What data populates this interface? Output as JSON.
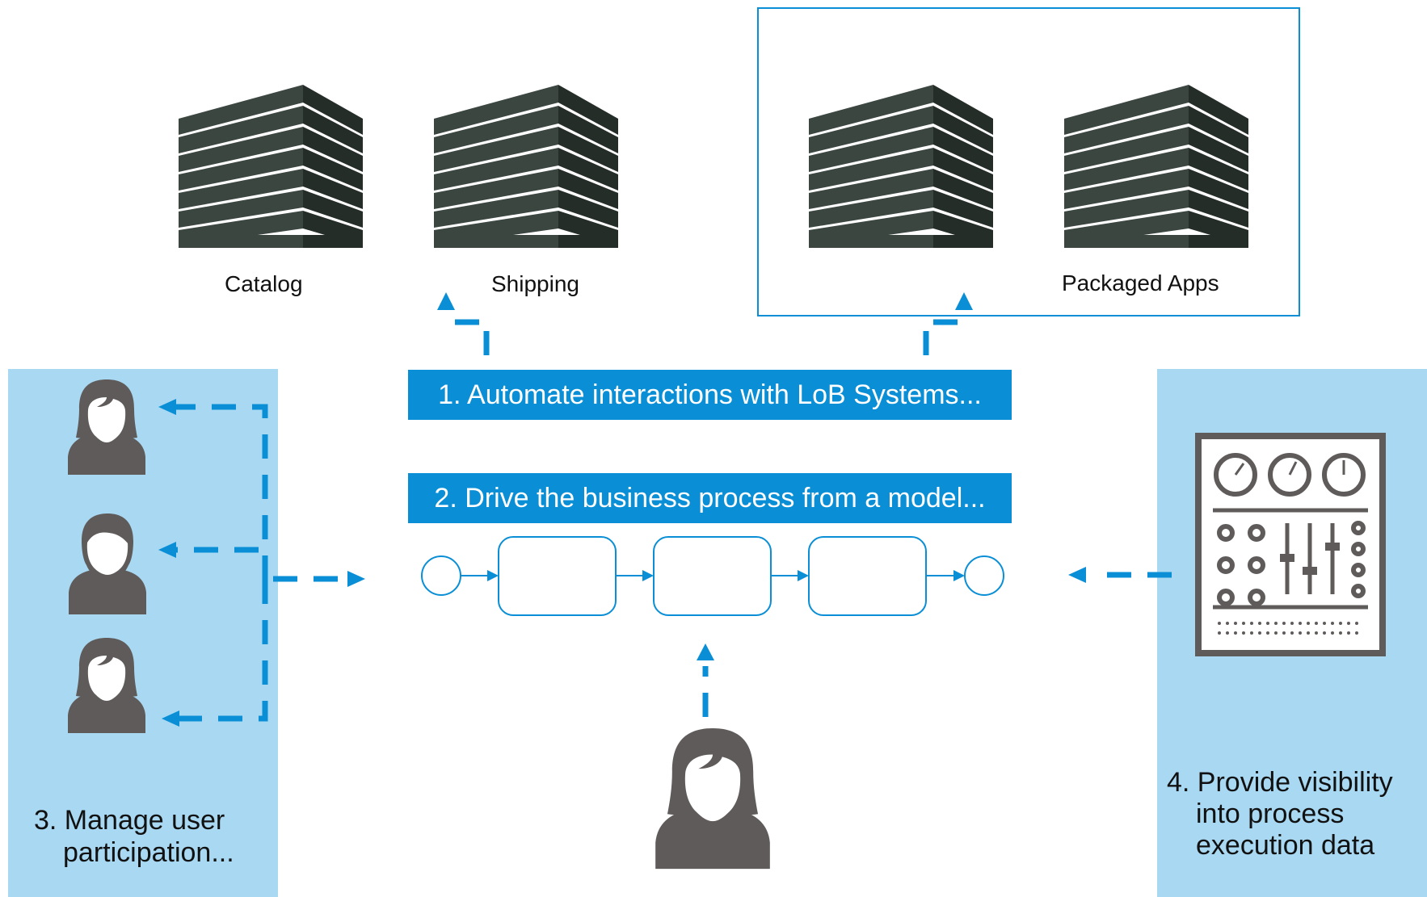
{
  "colors": {
    "accent": "#0a8fd6",
    "panel": "#a9d8f2",
    "server_front": "#3b4641",
    "server_side": "#252d29",
    "person": "#5f5b5a"
  },
  "systems": {
    "catalog_label": "Catalog",
    "shipping_label": "Shipping",
    "packaged_apps_label": "Packaged Apps"
  },
  "steps": {
    "step1": "1. Automate interactions with LoB Systems...",
    "step2": "2. Drive the business process from a model...",
    "step3_line1": "3. Manage user",
    "step3_line2": "participation...",
    "step4_line1": "4. Provide visibility",
    "step4_line2": "into process",
    "step4_line3": "execution data"
  },
  "icons": {
    "server": "server-rack-icon",
    "person_female": "user-female-icon",
    "person_male": "user-male-icon",
    "dashboard": "control-panel-icon"
  }
}
